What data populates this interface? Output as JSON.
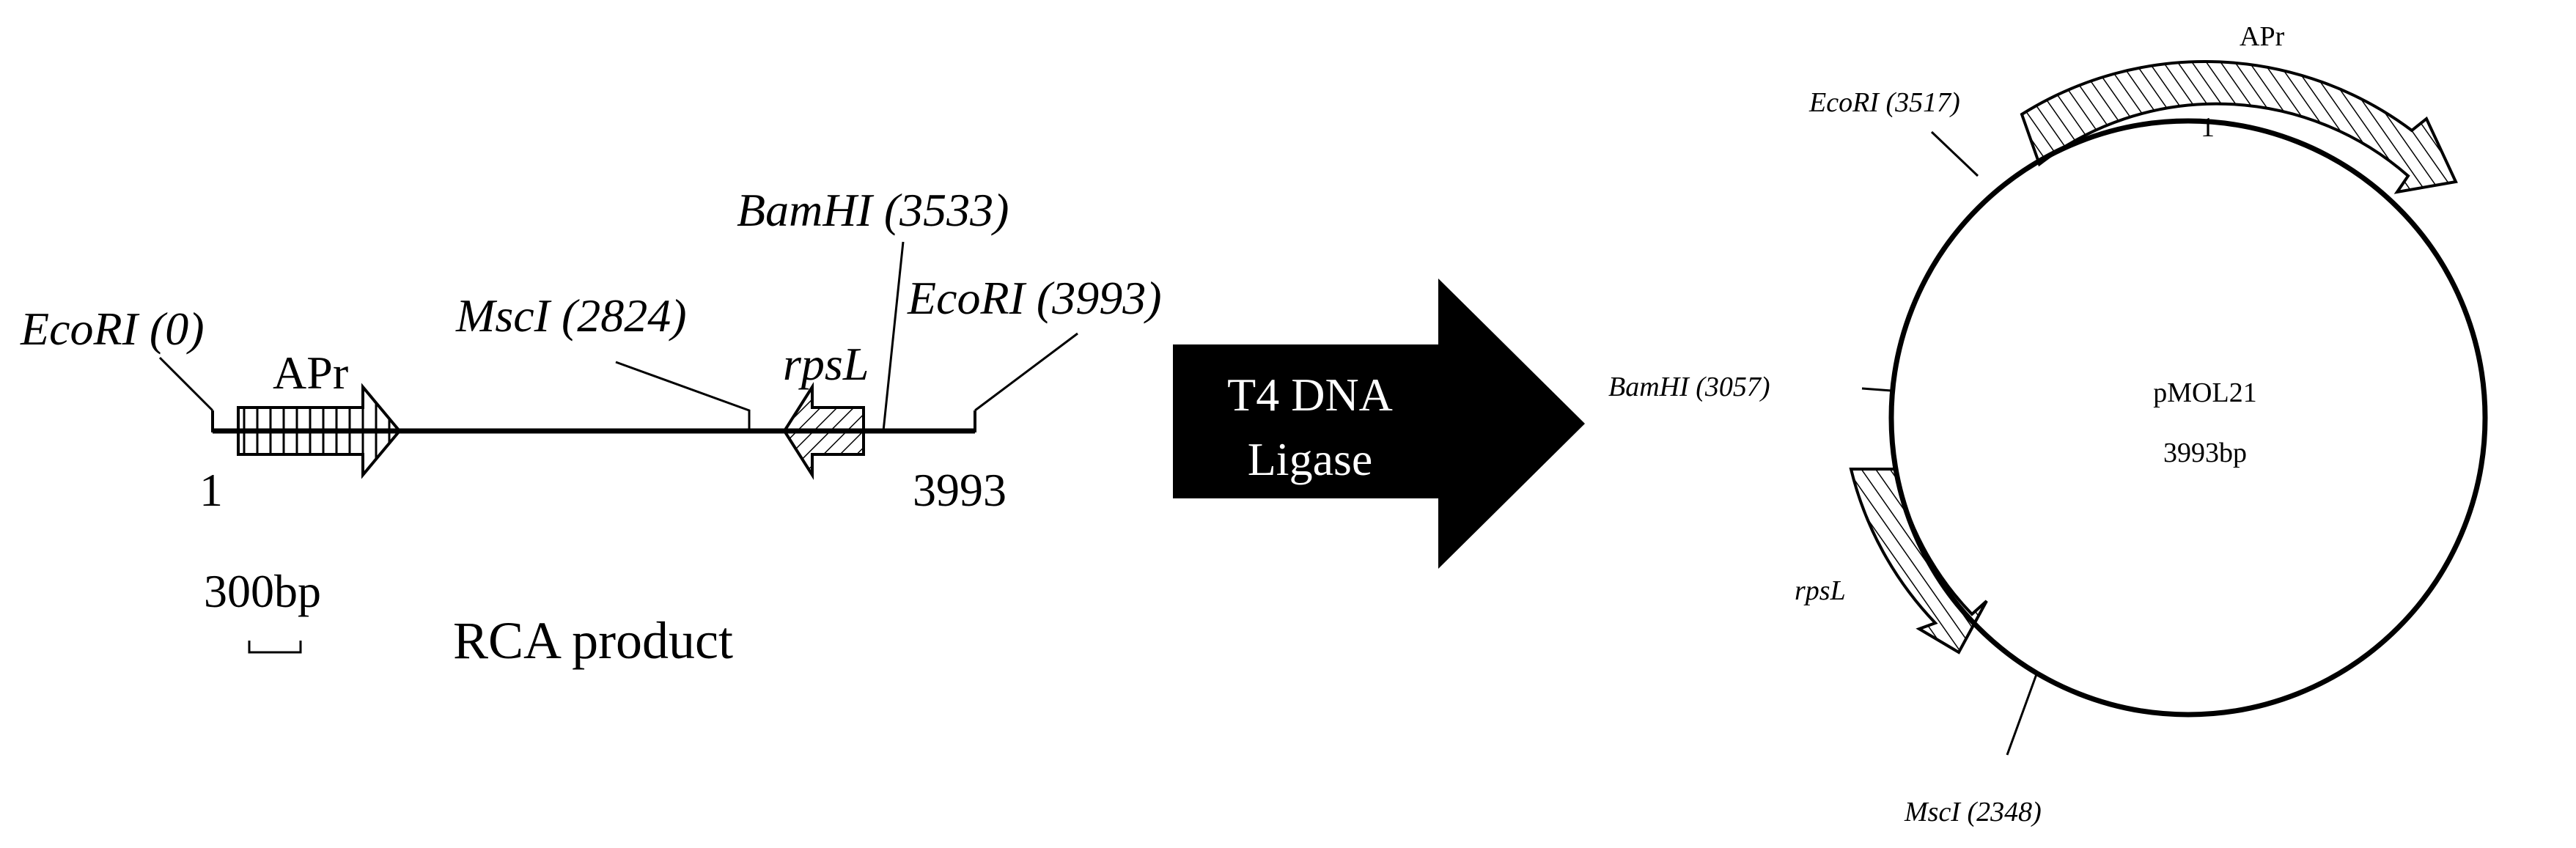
{
  "linear_map": {
    "sites": [
      {
        "name": "EcoRI (0)"
      },
      {
        "name": "MscI (2824)"
      },
      {
        "name": "BamHI (3533)"
      },
      {
        "name": "EcoRI (3993)"
      }
    ],
    "genes": {
      "apr": "APr",
      "rpsl": "rpsL"
    },
    "start_label": "1",
    "end_label": "3993",
    "scale_label": "300bp",
    "caption": "RCA product"
  },
  "arrow": {
    "line1": "T4 DNA",
    "line2": "Ligase"
  },
  "plasmid": {
    "name": "pMOL21",
    "size": "3993bp",
    "sites": [
      {
        "name": "EcoRI (3517)"
      },
      {
        "name": "BamHI (3057)"
      },
      {
        "name": "MscI (2348)"
      }
    ],
    "genes": {
      "apr": "APr",
      "rpsl": "rpsL"
    },
    "origin_label": "1"
  },
  "colors": {
    "ink": "#000000",
    "background": "#ffffff"
  }
}
